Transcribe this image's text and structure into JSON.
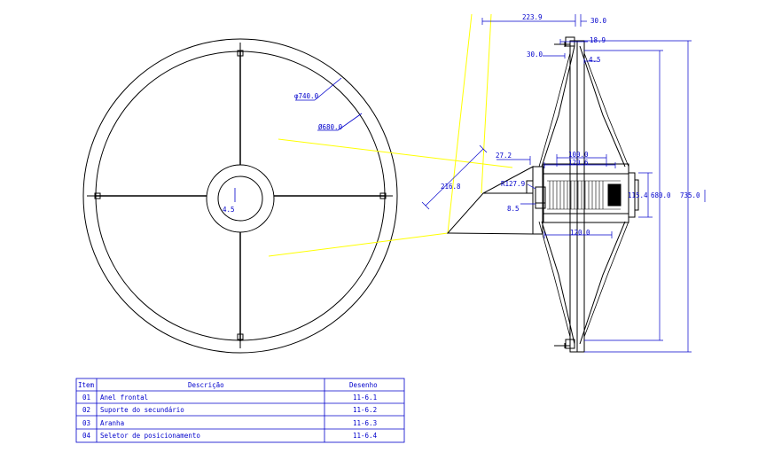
{
  "dims": {
    "d740": "φ740.0",
    "d680": "Ø680.0",
    "r45": "4.5",
    "d223": "223.9",
    "d30top": "30.0",
    "d18": "18.9",
    "d30left": "30.0",
    "d45": "4.5",
    "d272": "27.2",
    "d100": "100.0",
    "d1206": "120.6",
    "d2168": "216.8",
    "r1279": "R127.9",
    "d85": "8.5",
    "d1154": "115.4",
    "d6800": "680.0",
    "d7350": "735.0",
    "d1200": "120.0"
  },
  "table": {
    "headers": [
      "Item",
      "Descrição",
      "Desenho"
    ],
    "rows": [
      {
        "item": "01",
        "desc": "Anel frontal",
        "draw": "11-6.1"
      },
      {
        "item": "02",
        "desc": "Suporte do secundário",
        "draw": "11-6.2"
      },
      {
        "item": "03",
        "desc": "Aranha",
        "draw": "11-6.3"
      },
      {
        "item": "04",
        "desc": "Seletor de posicionamento",
        "draw": "11-6.4"
      }
    ]
  },
  "colors": {
    "lines": "#000000",
    "dimensions": "#0000cc",
    "projection": "#ffff00"
  }
}
